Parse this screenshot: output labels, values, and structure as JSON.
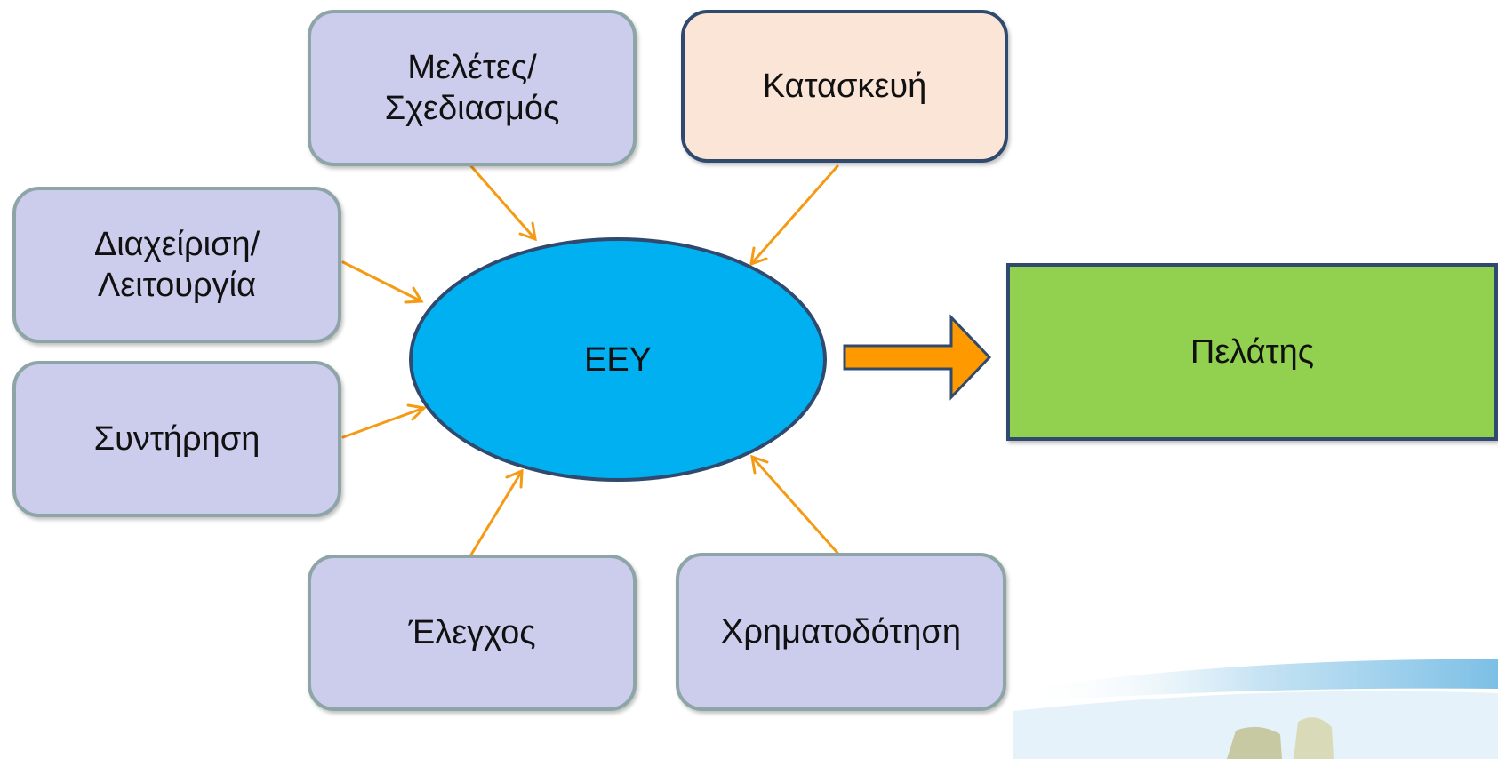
{
  "diagram": {
    "center": {
      "label": "ΕΕΥ"
    },
    "target": {
      "label": "Πελάτης"
    },
    "nodes": {
      "studies": {
        "line1": "Μελέτες/",
        "line2": "Σχεδιασμός"
      },
      "construction": {
        "label": "Κατασκευή"
      },
      "management": {
        "line1": "Διαχείριση/",
        "line2": "Λειτουργία"
      },
      "maintenance": {
        "label": "Συντήρηση"
      },
      "inspection": {
        "label": "Έλεγχος"
      },
      "financing": {
        "label": "Χρηματοδότηση"
      }
    }
  },
  "colors": {
    "input_box_fill": "#cccdec",
    "input_box_border": "#8da5a7",
    "construction_fill": "#fbe5d7",
    "center_fill": "#00b0f0",
    "target_fill": "#92d050",
    "dark_border": "#2f4a6e",
    "arrow": "#f59a12",
    "block_arrow": "#ff9900"
  }
}
